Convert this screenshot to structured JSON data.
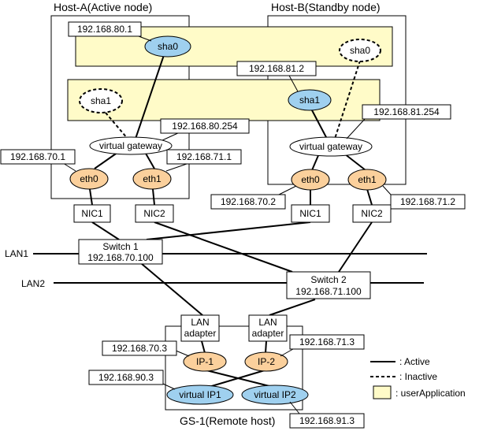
{
  "hosts": {
    "host_a_title": "Host-A(Active node)",
    "host_b_title": "Host-B(Standby node)",
    "remote_title": "GS-1(Remote host)"
  },
  "interfaces": {
    "sha0_a": "sha0",
    "sha0_b": "sha0",
    "sha1_a": "sha1",
    "sha1_b": "sha1",
    "vgw_a": "virtual gateway",
    "vgw_b": "virtual gateway",
    "eth0_a": "eth0",
    "eth1_a": "eth1",
    "eth0_b": "eth0",
    "eth1_b": "eth1",
    "nic1_a": "NIC1",
    "nic2_a": "NIC2",
    "nic1_b": "NIC1",
    "nic2_b": "NIC2"
  },
  "addresses": {
    "a_sha0": "192.168.80.1",
    "b_sha1": "192.168.81.2",
    "a_vgw": "192.168.80.254",
    "b_vgw": "192.168.81.254",
    "a_eth0": "192.168.70.1",
    "a_eth1": "192.168.71.1",
    "b_eth0": "192.168.70.2",
    "b_eth1": "192.168.71.2",
    "gs_ip1": "192.168.70.3",
    "gs_ip2": "192.168.71.3",
    "gs_vip1": "192.168.90.3",
    "gs_vip2": "192.168.91.3"
  },
  "network": {
    "lan1": "LAN1",
    "lan2": "LAN2",
    "switch1_name": "Switch 1",
    "switch1_ip": "192.168.70.100",
    "switch2_name": "Switch 2",
    "switch2_ip": "192.168.71.100"
  },
  "remote": {
    "lan_adapter_1": [
      "LAN",
      "adapter"
    ],
    "lan_adapter_2": [
      "LAN",
      "adapter"
    ],
    "ip1": "IP-1",
    "ip2": "IP-2",
    "vip1": "virtual IP1",
    "vip2": "virtual IP2"
  },
  "legend": {
    "active": ": Active",
    "inactive": ": Inactive",
    "user_application": ": userApplication"
  },
  "colors": {
    "user_app_fill": "#fffbc8",
    "active_iface_fill": "#9fd0ef",
    "eth_fill": "#fbd09c",
    "white": "#ffffff",
    "line": "#000000"
  }
}
